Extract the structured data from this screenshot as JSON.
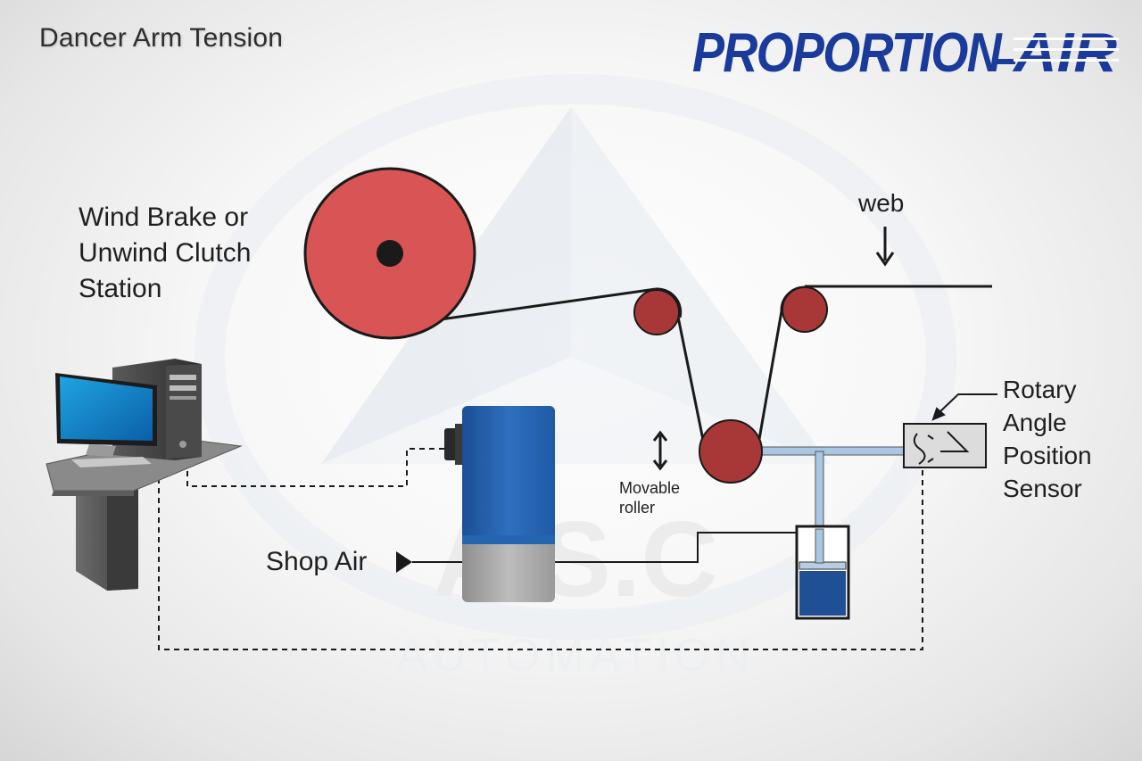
{
  "header": {
    "title": "Dancer Arm Tension",
    "brand_left": "PROPORTION",
    "brand_right": "AIR",
    "brand_color": "#1a3b9c"
  },
  "watermark": {
    "line1": "A.S.C",
    "line2": "AUTOMATION"
  },
  "labels": {
    "station_line1": "Wind Brake or",
    "station_line2": "Unwind Clutch",
    "station_line3": "Station",
    "web": "web",
    "movable_line1": "Movable",
    "movable_line2": "roller",
    "shop_air": "Shop Air",
    "sensor_line1": "Rotary",
    "sensor_line2": "Angle",
    "sensor_line3": "Position",
    "sensor_line4": "Sensor"
  },
  "colors": {
    "roll": "#d95555",
    "roller": "#a83838",
    "regulator_blue": "#2a64b0",
    "regulator_gray": "#a6a6a6",
    "cylinder_fill": "#1f4f94",
    "shaft": "#a9c7e3"
  },
  "icons": [
    "computer-workstation-icon",
    "pressure-regulator-icon",
    "air-cylinder-icon",
    "rotary-sensor-icon",
    "double-arrow-icon",
    "down-arrow-icon"
  ]
}
